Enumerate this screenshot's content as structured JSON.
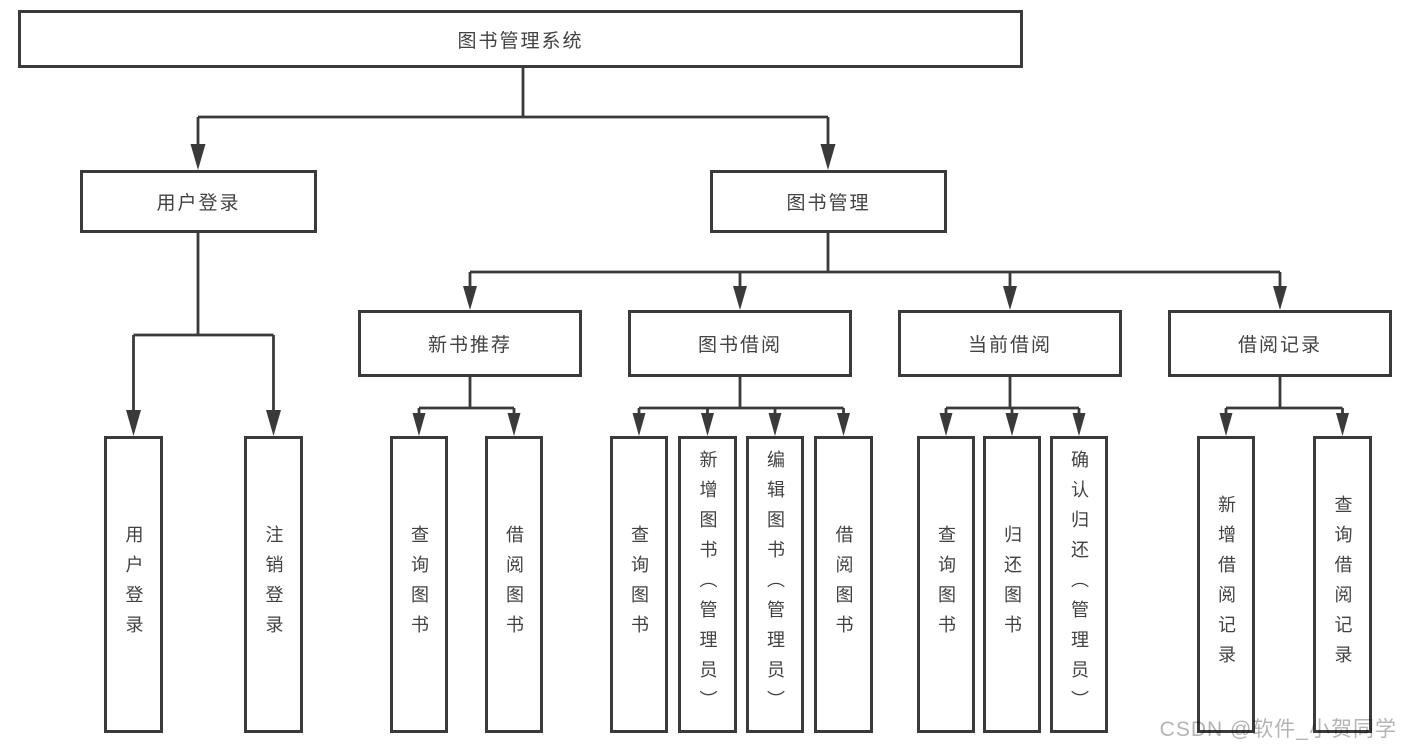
{
  "diagram": {
    "title_node": "图书管理系统",
    "colors": {
      "line": "#3a3a3a",
      "box_border": "#3a3a3a",
      "text": "#424242",
      "watermark": "#b4b4b4",
      "background": "#ffffff"
    },
    "nodes": {
      "root": "图书管理系统",
      "user_login": "用户登录",
      "book_mgmt": "图书管理",
      "new_book_rec": "新书推荐",
      "book_borrow": "图书借阅",
      "current_borrow": "当前借阅",
      "borrow_records": "借阅记录",
      "leaf_user_login": "用户登录",
      "leaf_logout": "注销登录",
      "leaf_nb_query": "查询图书",
      "leaf_nb_borrow": "借阅图书",
      "leaf_bb_query": "查询图书",
      "leaf_bb_add": "新增图书（管理员）",
      "leaf_bb_edit": "编辑图书（管理员）",
      "leaf_bb_borrow": "借阅图书",
      "leaf_cb_query": "查询图书",
      "leaf_cb_return": "归还图书",
      "leaf_cb_confirm": "确认归还（管理员）",
      "leaf_br_add": "新增借阅记录",
      "leaf_br_query": "查询借阅记录"
    },
    "hierarchy": {
      "图书管理系统": {
        "用户登录": [
          "用户登录",
          "注销登录"
        ],
        "图书管理": {
          "新书推荐": [
            "查询图书",
            "借阅图书"
          ],
          "图书借阅": [
            "查询图书",
            "新增图书（管理员）",
            "编辑图书（管理员）",
            "借阅图书"
          ],
          "当前借阅": [
            "查询图书",
            "归还图书",
            "确认归还（管理员）"
          ],
          "借阅记录": [
            "新增借阅记录",
            "查询借阅记录"
          ]
        }
      }
    }
  },
  "watermark": {
    "text": "CSDN @软件_小贺同学"
  }
}
